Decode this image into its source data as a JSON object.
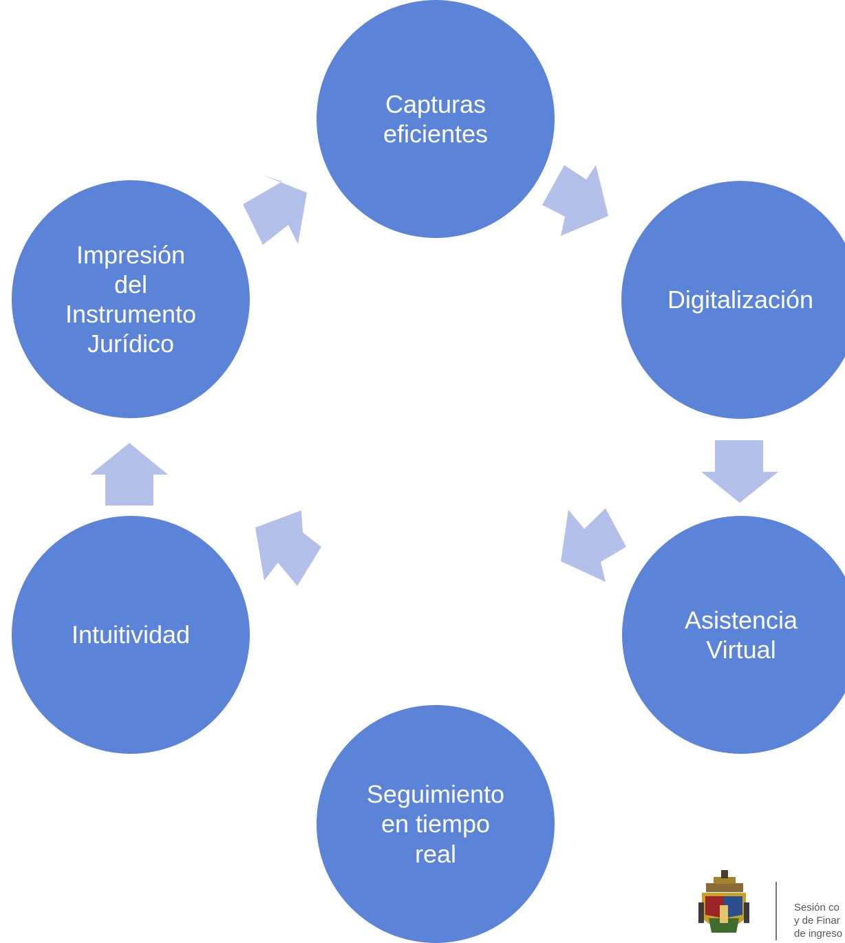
{
  "diagram": {
    "steps": [
      {
        "label": "Capturas\neficientes"
      },
      {
        "label": "Digitalización"
      },
      {
        "label": "Asistencia\nVirtual"
      },
      {
        "label": "Seguimiento\nen tiempo\nreal"
      },
      {
        "label": "Intuitividad"
      },
      {
        "label": "Impresión\ndel\nInstrumento\nJurídico"
      }
    ],
    "colors": {
      "circle": "#5b84d9",
      "arrow": "#b3c1ea"
    }
  },
  "footer": {
    "lines": [
      "Sesión co",
      "y de Finar",
      "de ingreso"
    ],
    "logo_icon": "university-seal-icon"
  }
}
